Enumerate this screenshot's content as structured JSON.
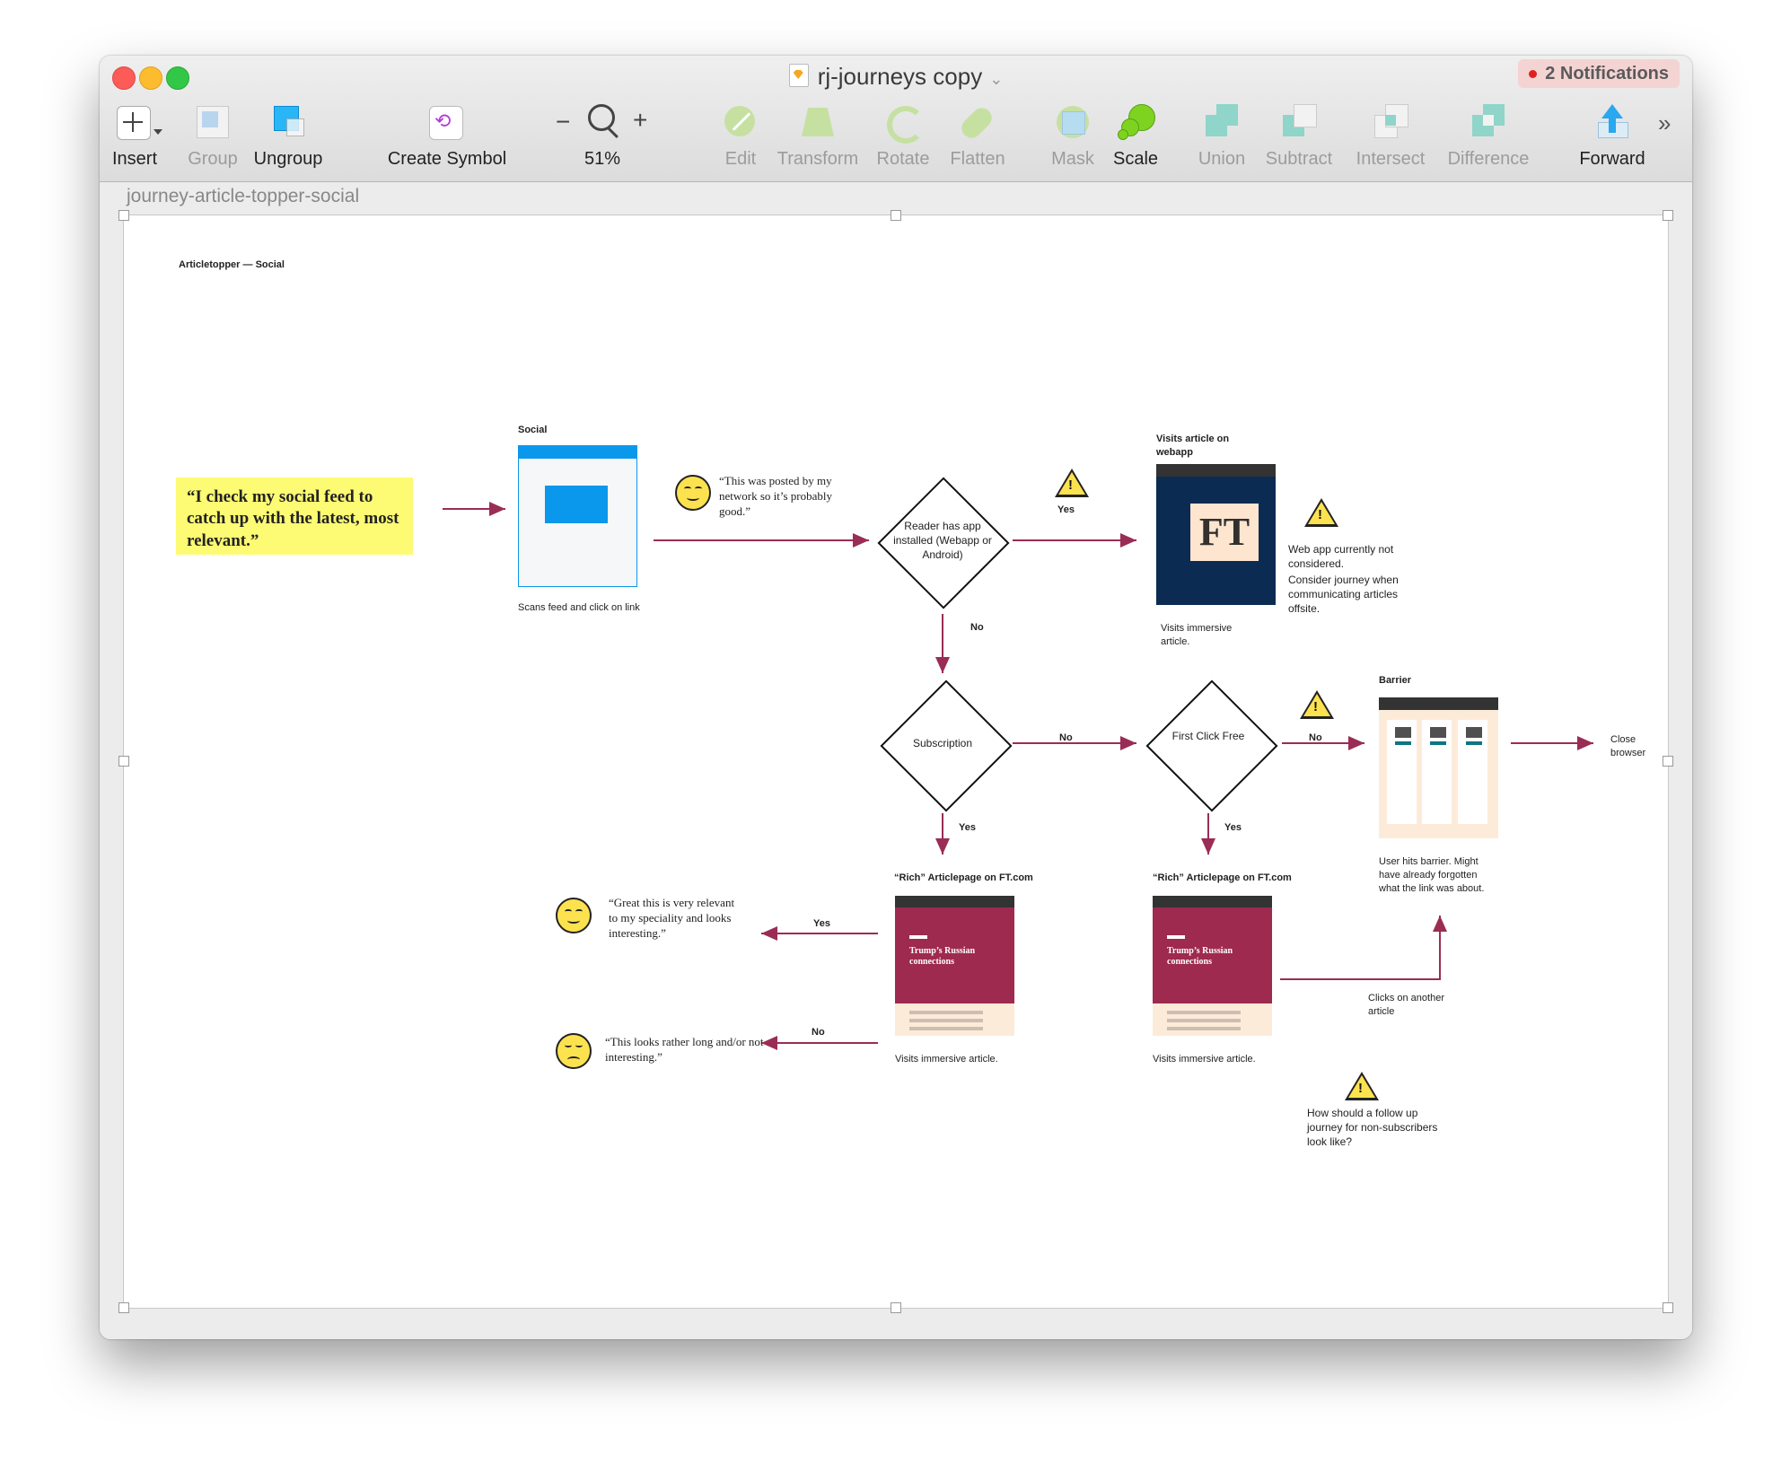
{
  "window": {
    "title": "rj-journeys copy",
    "notifications": "2 Notifications"
  },
  "toolbar": {
    "insert": "Insert",
    "group": "Group",
    "ungroup": "Ungroup",
    "create_symbol": "Create Symbol",
    "zoom": "51%",
    "edit": "Edit",
    "transform": "Transform",
    "rotate": "Rotate",
    "flatten": "Flatten",
    "mask": "Mask",
    "scale": "Scale",
    "union": "Union",
    "subtract": "Subtract",
    "intersect": "Intersect",
    "difference": "Difference",
    "forward": "Forward"
  },
  "canvas": {
    "artboard_name": "journey-article-topper-social"
  },
  "diagram": {
    "title": "Articletopper — Social",
    "quote_main": "“I check my social feed to catch up with the latest, most relevant.”",
    "social": {
      "label": "Social",
      "caption": "Scans feed and click on link"
    },
    "quote_posted": "“This was posted by my network so it’s probably good.”",
    "decision_app": "Reader has app installed (Webapp or Android)",
    "label_yes_1": "Yes",
    "label_no_1": "No",
    "webapp": {
      "label": "Visits article on webapp",
      "logo": "FT",
      "caption": "Visits immersive article."
    },
    "note_webapp_1": "Web app currently not considered.",
    "note_webapp_2": "Consider journey when communicating articles offsite.",
    "decision_sub": "Subscription",
    "label_no_2": "No",
    "label_yes_2": "Yes",
    "decision_fcf": "First Click Free",
    "label_no_3": "No",
    "label_yes_3": "Yes",
    "barrier": {
      "label": "Barrier",
      "caption": "User hits barrier. Might have already forgotten what the link was about."
    },
    "close_browser": "Close browser",
    "rich_1": {
      "label": "“Rich” Articlepage on FT.com",
      "headline": "Trump’s Russian connections",
      "caption": "Visits immersive article."
    },
    "rich_2": {
      "label": "“Rich” Articlepage on FT.com",
      "headline": "Trump’s Russian connections",
      "caption": "Visits immersive article."
    },
    "label_yes_4": "Yes",
    "label_no_4": "No",
    "quote_great": "“Great this is very relevant to my speciality and looks interesting.”",
    "quote_long": "“This looks rather long and/or not interesting.”",
    "clicks_another": "Clicks on another article",
    "note_followup": "How should a follow up journey for non-subscribers look like?"
  },
  "colors": {
    "arrow": "#9a2d55",
    "quote_bg": "#fdfb73",
    "social_blue": "#0a98ec",
    "ft_navy": "#0b2b52",
    "ft_pink": "#fde5d0",
    "claret": "#9e2a4f"
  }
}
